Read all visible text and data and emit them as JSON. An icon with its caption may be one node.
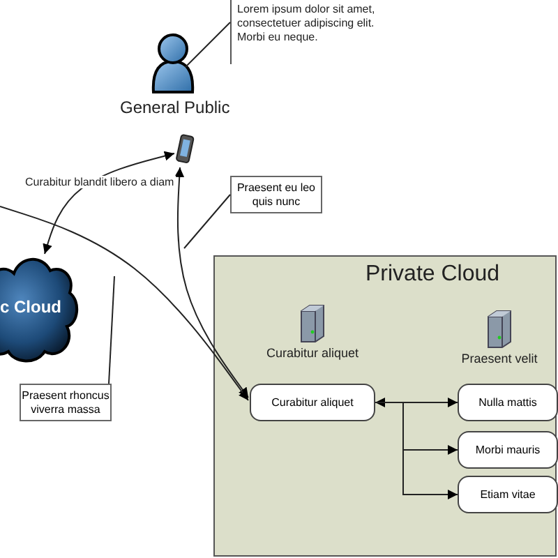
{
  "diagram": {
    "nodes": [
      {
        "text": [
          "General Public"
        ]
      },
      {
        "text": [
          "Lorem ipsum dolor sit amet, consectetuer adipiscing elit. Morbi eu neque."
        ]
      },
      {
        "text": [],
        "shape": "picture"
      },
      {
        "text": [
          "Praesent eu leo quis nunc"
        ]
      },
      {
        "text": [
          "c Cloud"
        ]
      },
      {
        "text": [
          "Praesent rhoncus viverra massa"
        ]
      },
      {
        "text": [
          "Private Cloud"
        ]
      },
      {
        "text": [
          "Curabitur aliquet"
        ],
        "in": 6
      },
      {
        "text": [
          "Praesent velit"
        ],
        "in": 6
      },
      {
        "text": [
          "Curabitur aliquet"
        ],
        "in": 6
      },
      {
        "text": [
          "Nulla mattis"
        ],
        "in": 6
      },
      {
        "text": [
          "Morbi mauris"
        ],
        "in": 6
      },
      {
        "text": [
          "Etiam vitae"
        ],
        "in": 6
      }
    ],
    "edges": [
      {
        "from": 4,
        "to": 2,
        "arrow": "both",
        "label": "Curabitur blandit libero a diam"
      },
      {
        "from": 9,
        "to": 2,
        "arrow": "both"
      },
      {
        "from": null,
        "to": 9,
        "arrow": "to"
      },
      {
        "from": 9,
        "to": 10,
        "arrow": "both"
      },
      {
        "from": 9,
        "to": 11,
        "arrow": "to"
      },
      {
        "from": 9,
        "to": 12,
        "arrow": "to"
      },
      {
        "from": 1,
        "to": 0,
        "arrow": "none"
      },
      {
        "from": 3,
        "to": null,
        "arrow": "none"
      },
      {
        "from": 5,
        "to": null,
        "arrow": "none"
      }
    ]
  }
}
